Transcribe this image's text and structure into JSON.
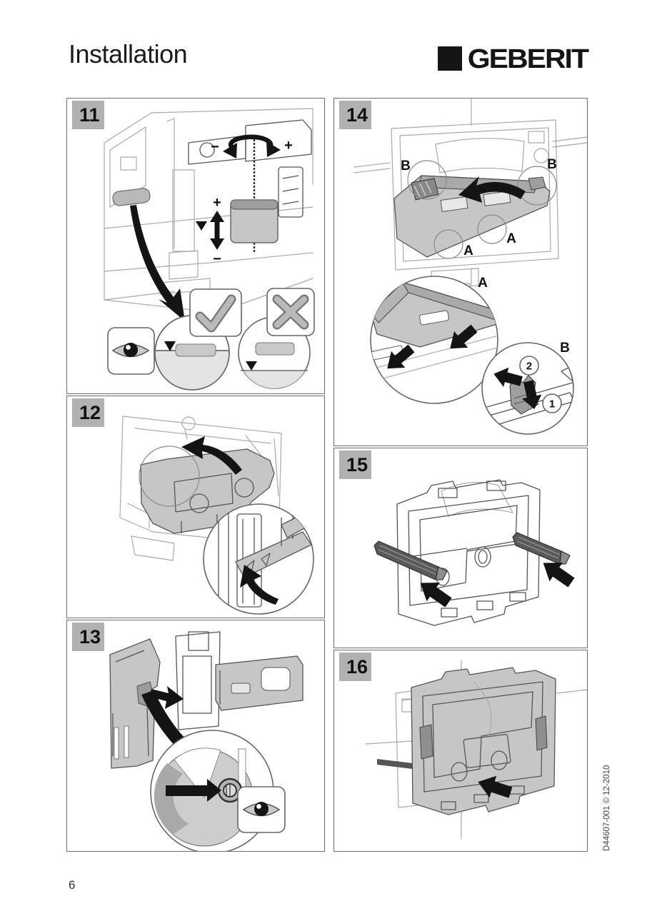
{
  "page": {
    "title": "Installation",
    "brand": "GEBERIT",
    "page_number": "6",
    "doc_ref": "D44607-001 © 12-2010"
  },
  "colors": {
    "badge_bg": "#b1b1b1",
    "panel_border": "#6e6e6e",
    "part_gray": "#c6c6c6",
    "part_dark_gray": "#9e9e9e",
    "arrow_black": "#141414",
    "brand_black": "#151515"
  },
  "icons": {
    "eye": "eye-icon",
    "check": "check-icon",
    "cross": "cross-icon"
  },
  "panels": {
    "p11": {
      "number": "11",
      "rotate_minus": "−",
      "rotate_plus": "+",
      "level_plus": "+",
      "level_minus": "−"
    },
    "p12": {
      "number": "12"
    },
    "p13": {
      "number": "13"
    },
    "p14": {
      "number": "14",
      "label_b_left": "B",
      "label_b_right": "B",
      "label_a_left": "A",
      "label_a_right": "A",
      "label_detail_a": "A",
      "label_detail_b": "B",
      "step_1": "1",
      "step_2": "2"
    },
    "p15": {
      "number": "15"
    },
    "p16": {
      "number": "16"
    }
  }
}
